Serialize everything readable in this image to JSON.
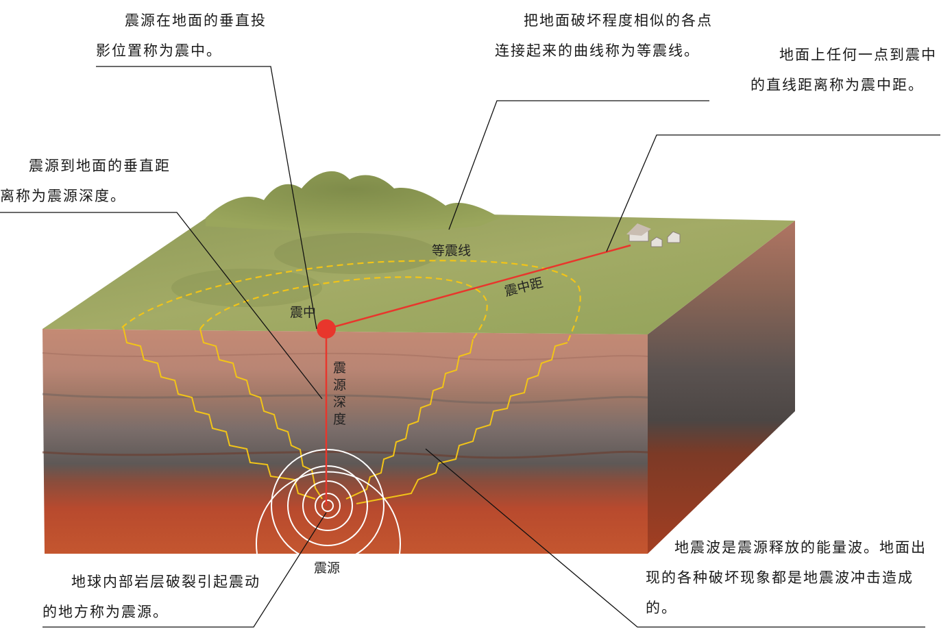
{
  "annotations": {
    "epicenter_def": "震源在地面的垂直投影位置称为震中。",
    "isoseismal_def": "把地面破坏程度相似的各点连接起来的曲线称为等震线。",
    "distance_def": "地面上任何一点到震中的直线距离称为震中距。",
    "depth_def": "震源到地面的垂直距离称为震源深度。",
    "focus_def": "地球内部岩层破裂引起震动的地方称为震源。",
    "wave_def": "地震波是震源释放的能量波。地面出现的各种破坏现象都是地震波冲击造成的。"
  },
  "labels": {
    "isoseismal": "等震线",
    "epicenter": "震中",
    "epicentral_distance": "震中距",
    "focal_depth": [
      "震",
      "源",
      "深",
      "度"
    ],
    "focus": "震源"
  },
  "colors": {
    "grass": "#9aa65c",
    "soil_top": "#c48a74",
    "soil_mid": "#9c7565",
    "rock_dark": "#6e6663",
    "mantle_red": "#b3492c",
    "red_marker": "#e8362c",
    "isoseismal_line": "#f2c418",
    "wave_ring": "#ffffff"
  }
}
